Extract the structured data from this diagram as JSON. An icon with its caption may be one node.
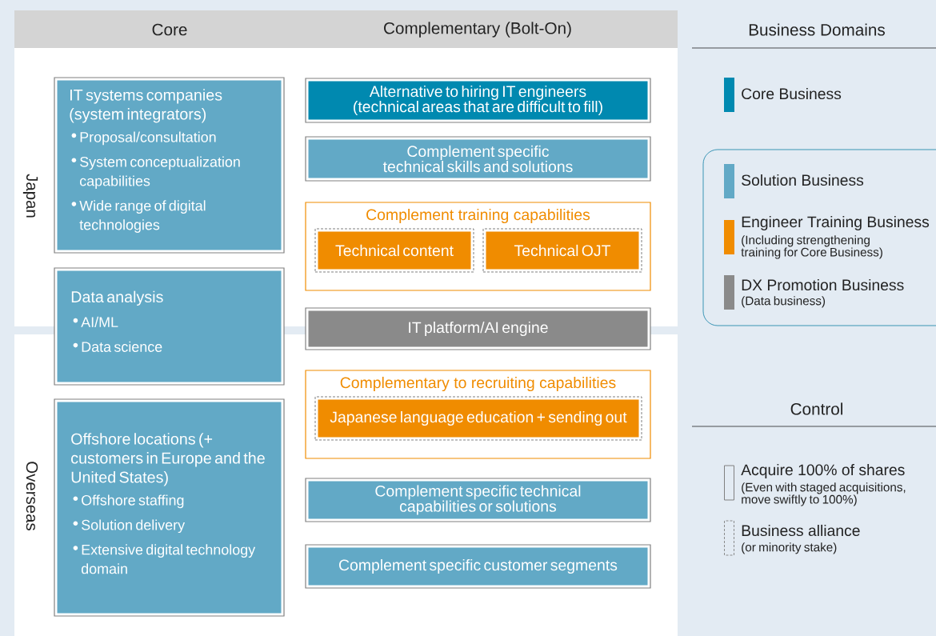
{
  "diagram": {
    "nodes": [
      {
        "text": [
          "IT systems companies (system integrators)",
          "Proposal/consultation",
          "System conceptualization capabilities",
          "Wide range of digital technologies"
        ]
      },
      {
        "text": [
          "Data analysis",
          "AI/ML",
          "Data science"
        ]
      },
      {
        "text": [
          "Offshore locations (+ customers in Europe and the United States)",
          "Offshore staffing",
          "Solution delivery",
          "Extensive digital technology domain"
        ]
      },
      {
        "text": [
          "Alternative to hiring IT engineers (technical areas that are difficult to fill)"
        ]
      },
      {
        "text": [
          "Complement specific technical skills and solutions"
        ]
      },
      {
        "text": [
          "Complement training capabilities"
        ]
      },
      {
        "text": [
          "Technical content"
        ],
        "in": 5
      },
      {
        "text": [
          "Technical OJT"
        ],
        "in": 5
      },
      {
        "text": [
          "IT platform/AI engine"
        ]
      },
      {
        "text": [
          "Complementary to recruiting capabilities"
        ]
      },
      {
        "text": [
          "Japanese language education + sending out"
        ],
        "in": 9
      },
      {
        "text": [
          "Complement specific technical capabilities or solutions"
        ]
      },
      {
        "text": [
          "Complement specific customer segments"
        ]
      }
    ],
    "labels": [
      "Core",
      "Complementary (Bolt-On)",
      "Business Domains",
      "Japan",
      "(Including strengthening training for Core Business)",
      "(Data business)",
      "Control",
      "Overseas",
      "(Even with staged acquisitions, move swiftly to 100%)",
      "(or minority stake)"
    ],
    "legend": [
      {
        "text": "Core Business",
        "color": "#0089b0"
      },
      {
        "text": "Solution Business",
        "color": "#62a9c6"
      },
      {
        "text": "Engineer Training Business",
        "color": "#f08c00"
      },
      {
        "text": "DX Promotion Business",
        "color": "#8a8a8a"
      },
      {
        "text": "Acquire 100% of shares"
      },
      {
        "text": "Business alliance"
      }
    ]
  }
}
